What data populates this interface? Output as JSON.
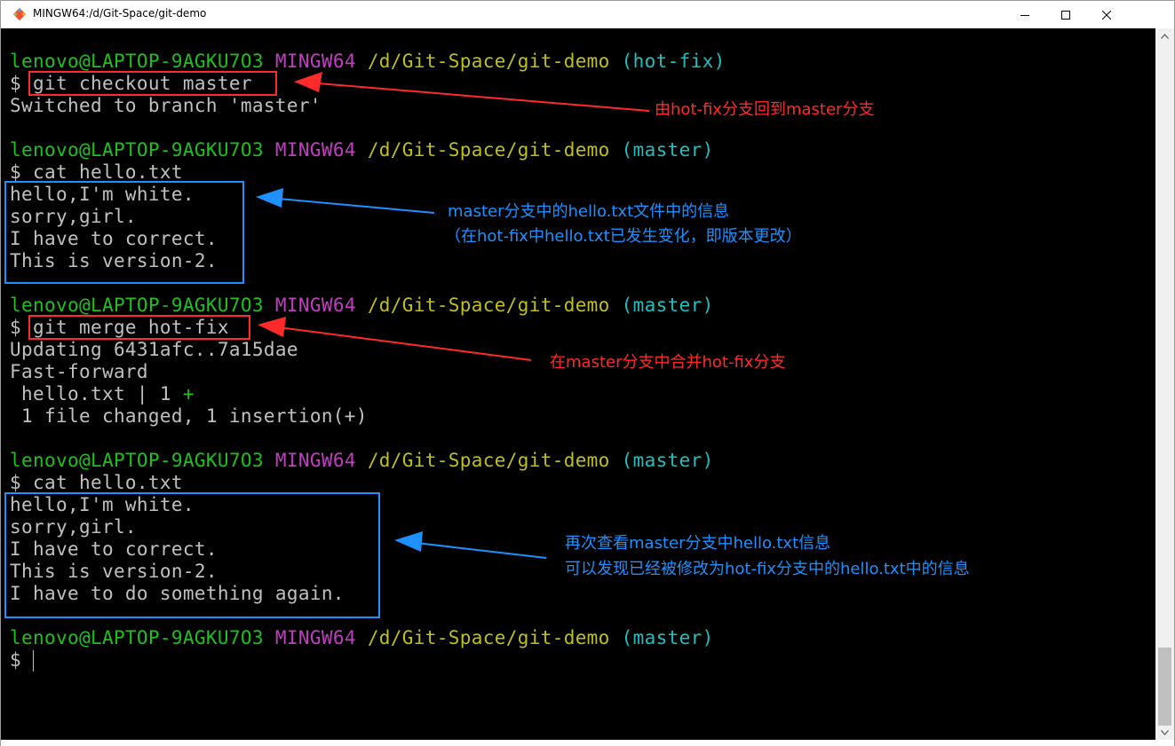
{
  "window": {
    "title": "MINGW64:/d/Git-Space/git-demo"
  },
  "prompt": {
    "user_host": "lenovo@LAPTOP-9AGKU7O3",
    "shell": "MINGW64",
    "path": "/d/Git-Space/git-demo",
    "branch_hotfix": "(hot-fix)",
    "branch_master": "(master)"
  },
  "terminal": {
    "cmd1": "$ git checkout master",
    "out1": "Switched to branch 'master'",
    "cmd2": "$ cat hello.txt",
    "out2": [
      "hello,I'm white.",
      "sorry,girl.",
      "I have to correct.",
      "This is version-2."
    ],
    "cmd3": "$ git merge hot-fix",
    "out3": [
      "Updating 6431afc..7a15dae",
      "Fast-forward",
      " hello.txt | 1 ",
      " 1 file changed, 1 insertion(+)"
    ],
    "out3_plus": "+",
    "cmd4": "$ cat hello.txt",
    "out4": [
      "hello,I'm white.",
      "sorry,girl.",
      "I have to correct.",
      "This is version-2.",
      "I have to do something again."
    ],
    "final_prompt": "$ "
  },
  "annotations": {
    "a1": "由hot-fix分支回到master分支",
    "a2_line1": "master分支中的hello.txt文件中的信息",
    "a2_line2": "（在hot-fix中hello.txt已发生变化，即版本更改）",
    "a3": "在master分支中合并hot-fix分支",
    "a4_line1": "再次查看master分支中hello.txt信息",
    "a4_line2": "可以发现已经被修改为hot-fix分支中的hello.txt中的信息"
  },
  "colors": {
    "terminal_bg": "#000000",
    "text": "#c0c0c0",
    "green": "#1fbf1f",
    "magenta": "#bf3fbf",
    "yellow": "#bfbf1f",
    "cyan": "#1fbfbf",
    "annotation_red": "#ff2a2a",
    "annotation_blue": "#1e90ff"
  },
  "icons": {
    "app": "git-bash-icon",
    "minimize": "minimize-icon",
    "maximize": "maximize-icon",
    "close": "close-icon",
    "scroll_up": "chevron-up-icon",
    "scroll_down": "chevron-down-icon"
  }
}
